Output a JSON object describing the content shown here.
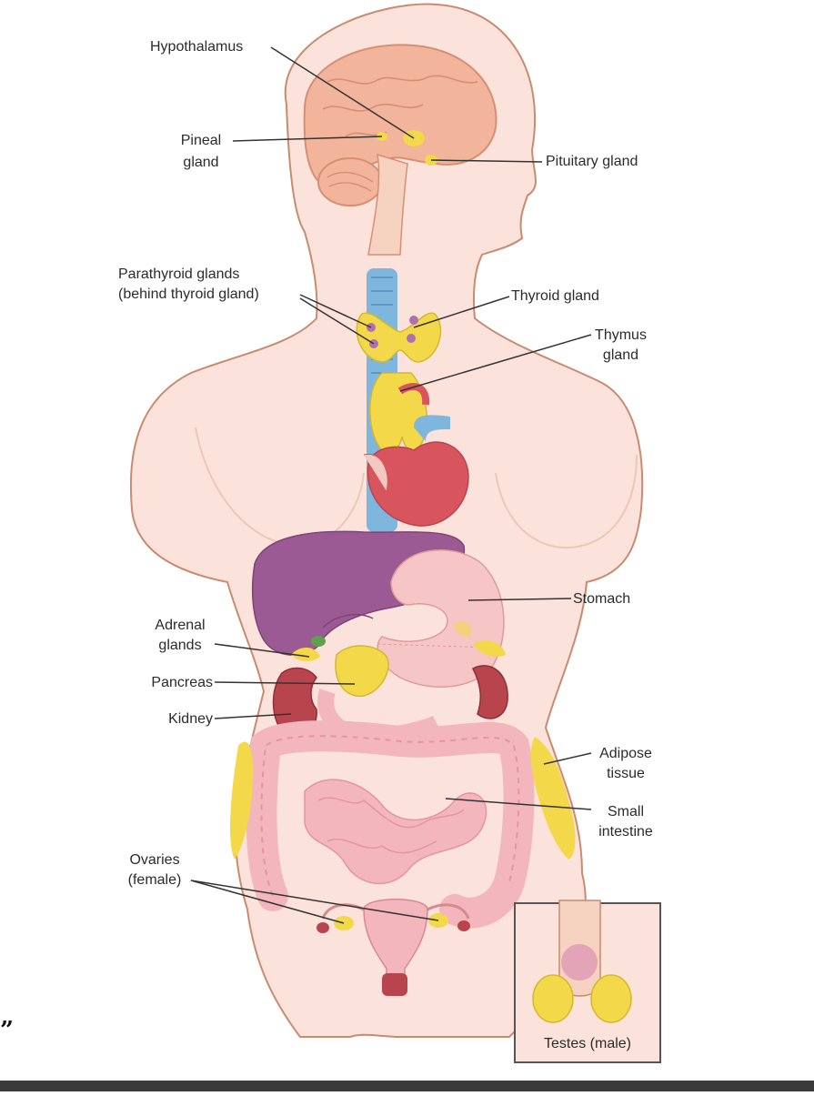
{
  "labels": {
    "hypothalamus": "Hypothalamus",
    "pineal_1": "Pineal",
    "pineal_2": "gland",
    "pituitary": "Pituitary gland",
    "parathyroid_1": "Parathyroid glands",
    "parathyroid_2": "(behind thyroid gland)",
    "thyroid": "Thyroid gland",
    "thymus_1": "Thymus",
    "thymus_2": "gland",
    "stomach": "Stomach",
    "adrenal_1": "Adrenal",
    "adrenal_2": "glands",
    "pancreas": "Pancreas",
    "kidney": "Kidney",
    "adipose_1": "Adipose",
    "adipose_2": "tissue",
    "small_intestine_1": "Small",
    "small_intestine_2": "intestine",
    "ovaries_1": "Ovaries",
    "ovaries_2": "(female)",
    "testes": "Testes (male)"
  },
  "stray_mark": "”",
  "colors": {
    "skin": "#fbe3dc",
    "outline": "#c98b6f",
    "brain": "#f2b49a",
    "gland": "#f3d84a",
    "liver": "#9b5a93",
    "heart": "#d9555e",
    "kidney": "#b8454e",
    "intestine": "#f3b6bd",
    "trachea": "#7fb6dd"
  }
}
